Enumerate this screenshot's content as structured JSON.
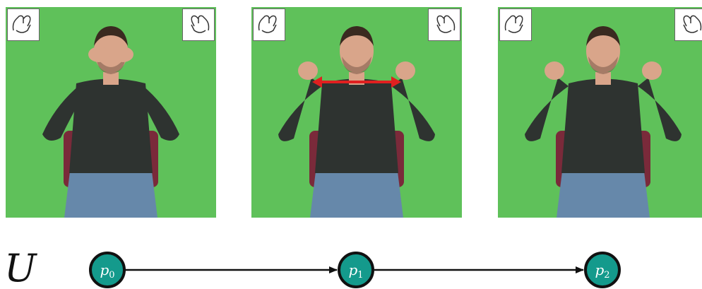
{
  "frames": [
    {
      "pose": "hands-together"
    },
    {
      "pose": "hands-apart",
      "motion_arrow": true
    },
    {
      "pose": "hands-apart"
    }
  ],
  "sequence": {
    "symbol": "U",
    "nodes": [
      {
        "base": "p",
        "sub": "0"
      },
      {
        "base": "p",
        "sub": "1"
      },
      {
        "base": "p",
        "sub": "2"
      }
    ]
  },
  "colors": {
    "background_green": "#5fc15a",
    "arrow_red": "#e02020",
    "node_fill": "#149a8c",
    "node_border": "#111111"
  }
}
